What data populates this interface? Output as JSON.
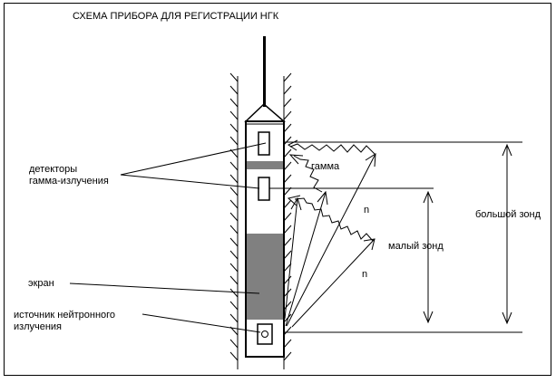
{
  "title": "СХЕМА ПРИБОРА ДЛЯ РЕГИСТРАЦИИ   НГК",
  "labels": {
    "detectors_line1": "детекторы",
    "detectors_line2": "гамма-излучения",
    "gamma": "гамма",
    "screen": "экран",
    "source_line1": "источник нейтронного",
    "source_line2": "излучения",
    "neutron_upper": "n",
    "neutron_lower": "n",
    "small_probe": "малый зонд",
    "large_probe": "большой зонд"
  },
  "colors": {
    "line": "#000000",
    "screen_fill": "#808080",
    "background": "#ffffff"
  }
}
